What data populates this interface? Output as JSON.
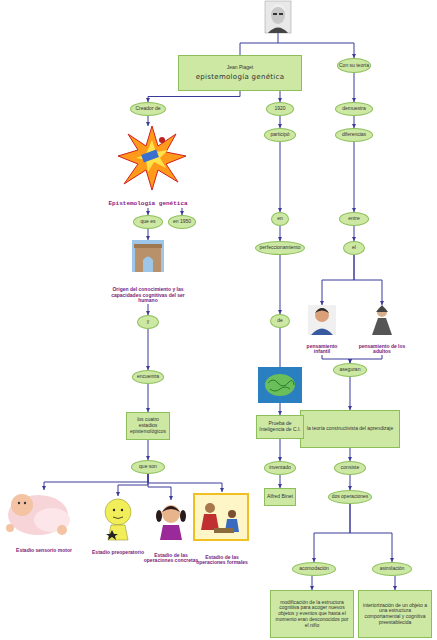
{
  "diagram": {
    "nodes": [
      {
        "text": [
          "Jean Piaget",
          "epistemología genética"
        ]
      },
      {
        "text": [
          "Con su teoría"
        ]
      },
      {
        "text": [
          "Creador de"
        ]
      },
      {
        "text": [
          "1920"
        ]
      },
      {
        "text": [
          "demuestra"
        ]
      },
      {
        "text": [
          "diferencias"
        ]
      },
      {
        "text": [
          "Epistemología genética"
        ]
      },
      {
        "text": [
          "participó"
        ]
      },
      {
        "text": [
          "que es"
        ]
      },
      {
        "text": [
          "en 1950"
        ]
      },
      {
        "text": [
          "en"
        ]
      },
      {
        "text": [
          "entre"
        ]
      },
      {
        "text": [
          "Origen del conocimiento y las capacidades cognitivas del ser humano"
        ]
      },
      {
        "text": [
          "perfeccionamiento"
        ]
      },
      {
        "text": [
          "el"
        ]
      },
      {
        "text": [
          "y"
        ]
      },
      {
        "text": [
          "de"
        ]
      },
      {
        "text": [
          "pensamiento infantil"
        ]
      },
      {
        "text": [
          "pensamiento de los adultos"
        ]
      },
      {
        "text": [
          "aseguran"
        ]
      },
      {
        "text": [
          "encuentra"
        ]
      },
      {
        "text": [
          "la teoría constructivista del aprendizaje"
        ]
      },
      {
        "text": [
          "Prueba de Inteligencia de C.I."
        ]
      },
      {
        "text": [
          "los cuatro estadios epistemológicos"
        ]
      },
      {
        "text": [
          "que son"
        ]
      },
      {
        "text": [
          "inventado"
        ]
      },
      {
        "text": [
          "consiste"
        ]
      },
      {
        "text": [
          "Alfred Binet"
        ]
      },
      {
        "text": [
          "dos operaciones"
        ]
      },
      {
        "text": [
          "Estadio sensorio motor"
        ]
      },
      {
        "text": [
          "Estadio preoperatorio"
        ]
      },
      {
        "text": [
          "Estadio de las operaciones concretas"
        ]
      },
      {
        "text": [
          "Estadio de las operaciones formales"
        ]
      },
      {
        "text": [
          "acomodación"
        ]
      },
      {
        "text": [
          "asimilación"
        ]
      },
      {
        "text": [
          "modificación de la estructura cognitiva para acoger nuevos objetos y eventos que hasta el momento eran desconocidos por el niño"
        ]
      },
      {
        "text": [
          "interiorización de un objeto a una estructura comportamental y cognitiva preestablecida"
        ]
      }
    ],
    "edges": [
      {
        "from": 0,
        "to": 1,
        "arrow": "to"
      },
      {
        "from": 0,
        "to": 2,
        "arrow": "to"
      },
      {
        "from": 0,
        "to": 3,
        "arrow": "to"
      },
      {
        "from": 1,
        "to": 4,
        "arrow": "to"
      },
      {
        "from": 4,
        "to": 5,
        "arrow": "to"
      },
      {
        "from": 2,
        "to": 6,
        "arrow": "to"
      },
      {
        "from": 3,
        "to": 7,
        "arrow": "to"
      },
      {
        "from": 5,
        "to": 11,
        "arrow": "to"
      },
      {
        "from": 6,
        "to": 8,
        "arrow": "to"
      },
      {
        "from": 6,
        "to": 9,
        "arrow": "to"
      },
      {
        "from": 7,
        "to": 10,
        "arrow": "to"
      },
      {
        "from": 8,
        "to": 12,
        "arrow": "to"
      },
      {
        "from": 10,
        "to": 13,
        "arrow": "to"
      },
      {
        "from": 11,
        "to": 14,
        "arrow": "to"
      },
      {
        "from": 12,
        "to": 15,
        "arrow": "to"
      },
      {
        "from": 13,
        "to": 16,
        "arrow": "to"
      },
      {
        "from": 14,
        "to": 17,
        "arrow": "to"
      },
      {
        "from": 14,
        "to": 18,
        "arrow": "to"
      },
      {
        "from": 17,
        "to": 19,
        "arrow": "to"
      },
      {
        "from": 18,
        "to": 19,
        "arrow": "to"
      },
      {
        "from": 15,
        "to": 20,
        "arrow": "to"
      },
      {
        "from": 16,
        "to": 22,
        "arrow": "to"
      },
      {
        "from": 19,
        "to": 21,
        "arrow": "to"
      },
      {
        "from": 20,
        "to": 23,
        "arrow": "to"
      },
      {
        "from": 22,
        "to": 25,
        "arrow": "to"
      },
      {
        "from": 23,
        "to": 24,
        "arrow": "to"
      },
      {
        "from": 21,
        "to": 26,
        "arrow": "to"
      },
      {
        "from": 25,
        "to": 27,
        "arrow": "to"
      },
      {
        "from": 26,
        "to": 28,
        "arrow": "to"
      },
      {
        "from": 24,
        "to": 29,
        "arrow": "to"
      },
      {
        "from": 24,
        "to": 30,
        "arrow": "to"
      },
      {
        "from": 24,
        "to": 31,
        "arrow": "to"
      },
      {
        "from": 24,
        "to": 32,
        "arrow": "to"
      },
      {
        "from": 28,
        "to": 33,
        "arrow": "to"
      },
      {
        "from": 28,
        "to": 34,
        "arrow": "to"
      },
      {
        "from": 33,
        "to": 35,
        "arrow": "to"
      },
      {
        "from": 34,
        "to": 36,
        "arrow": "to"
      }
    ]
  }
}
